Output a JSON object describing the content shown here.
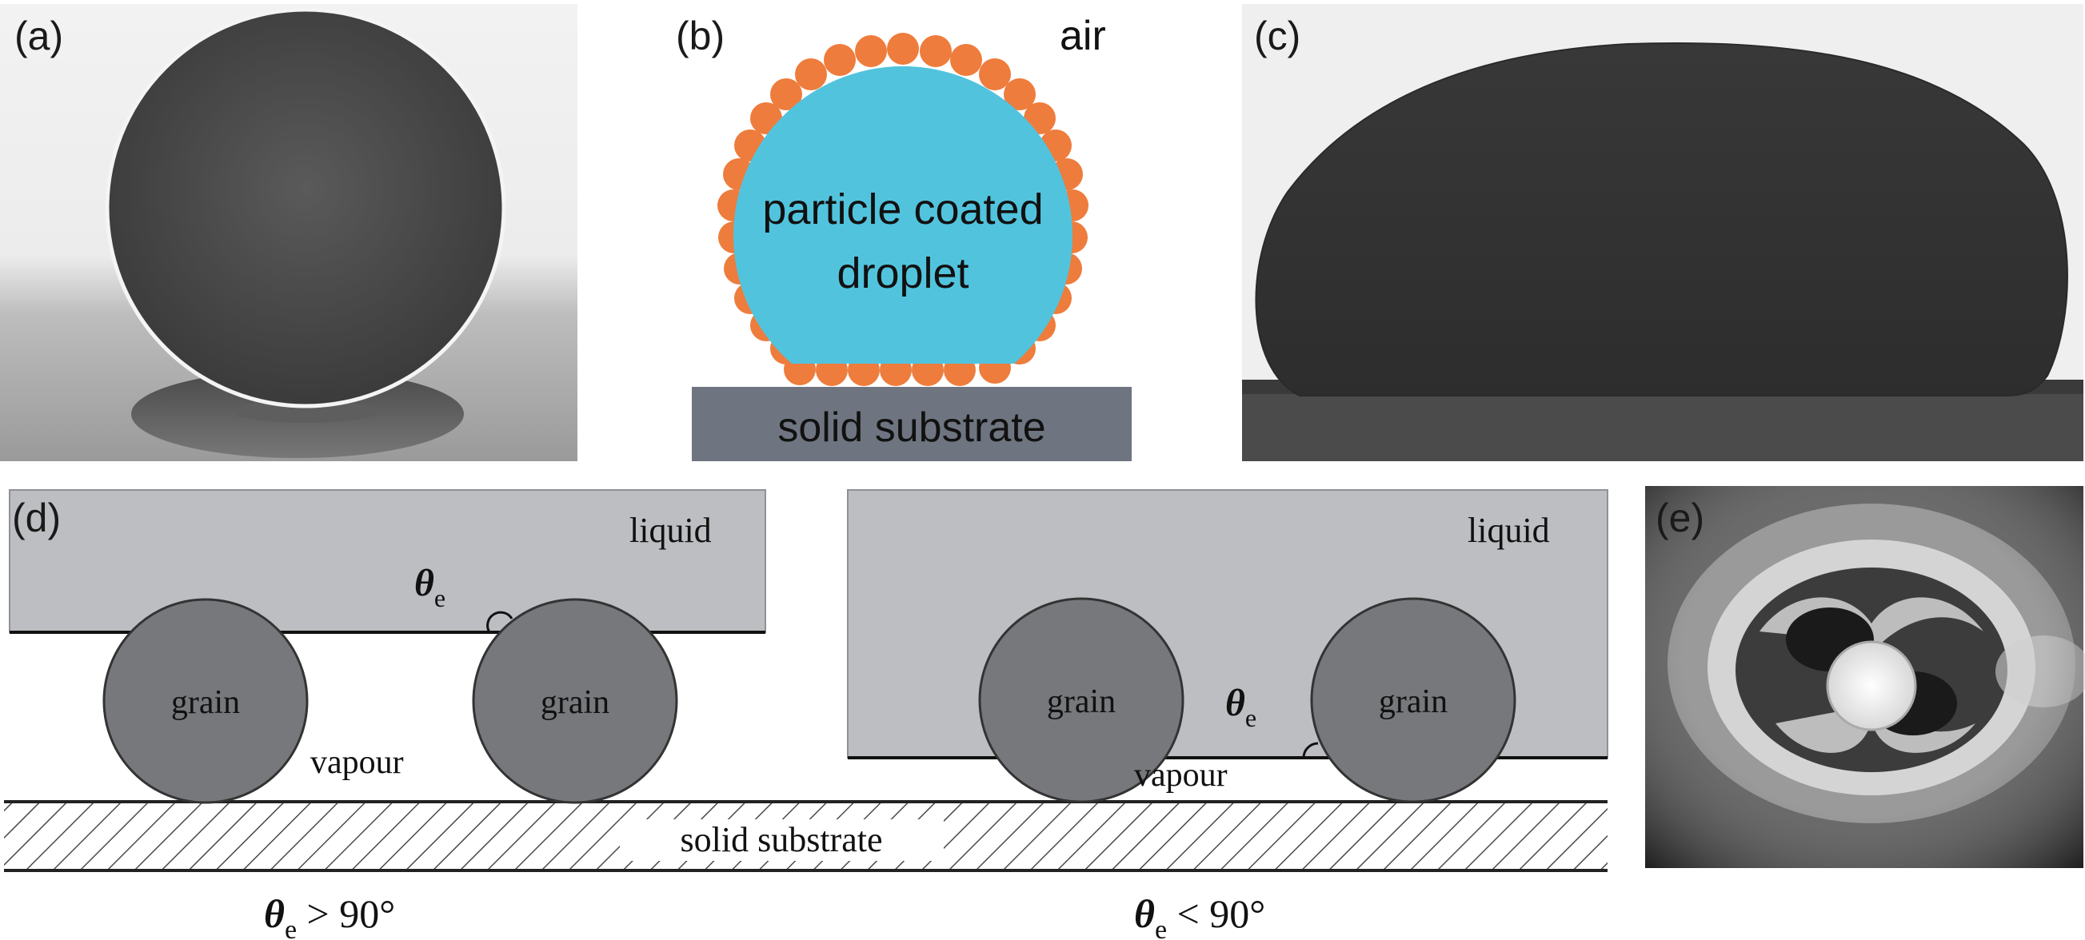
{
  "panels": {
    "a": {
      "label": "(a)"
    },
    "b": {
      "label": "(b)",
      "air": "air",
      "droplet_line1": "particle coated",
      "droplet_line2": "droplet",
      "substrate": "solid substrate",
      "colors": {
        "droplet": "#52c3dd",
        "particle": "#ee7c3c",
        "substrate": "#6f7580"
      }
    },
    "c": {
      "label": "(c)"
    },
    "d": {
      "label": "(d)",
      "left": {
        "liquid": "liquid",
        "grain_left": "grain",
        "grain_right": "grain",
        "vapour": "vapour",
        "theta_symbol": "θ",
        "theta_sub": "e",
        "caption_symbol": "θ",
        "caption_sub": "e",
        "caption_rest": " > 90°"
      },
      "right": {
        "liquid": "liquid",
        "grain_left": "grain",
        "grain_right": "grain",
        "vapour": "vapour",
        "theta_symbol": "θ",
        "theta_sub": "e",
        "caption_symbol": "θ",
        "caption_sub": "e",
        "caption_rest": " < 90°"
      },
      "substrate": "solid substrate",
      "colors": {
        "liquid": "#bcbec2",
        "grain": "#76787c"
      }
    },
    "e": {
      "label": "(e)"
    }
  }
}
